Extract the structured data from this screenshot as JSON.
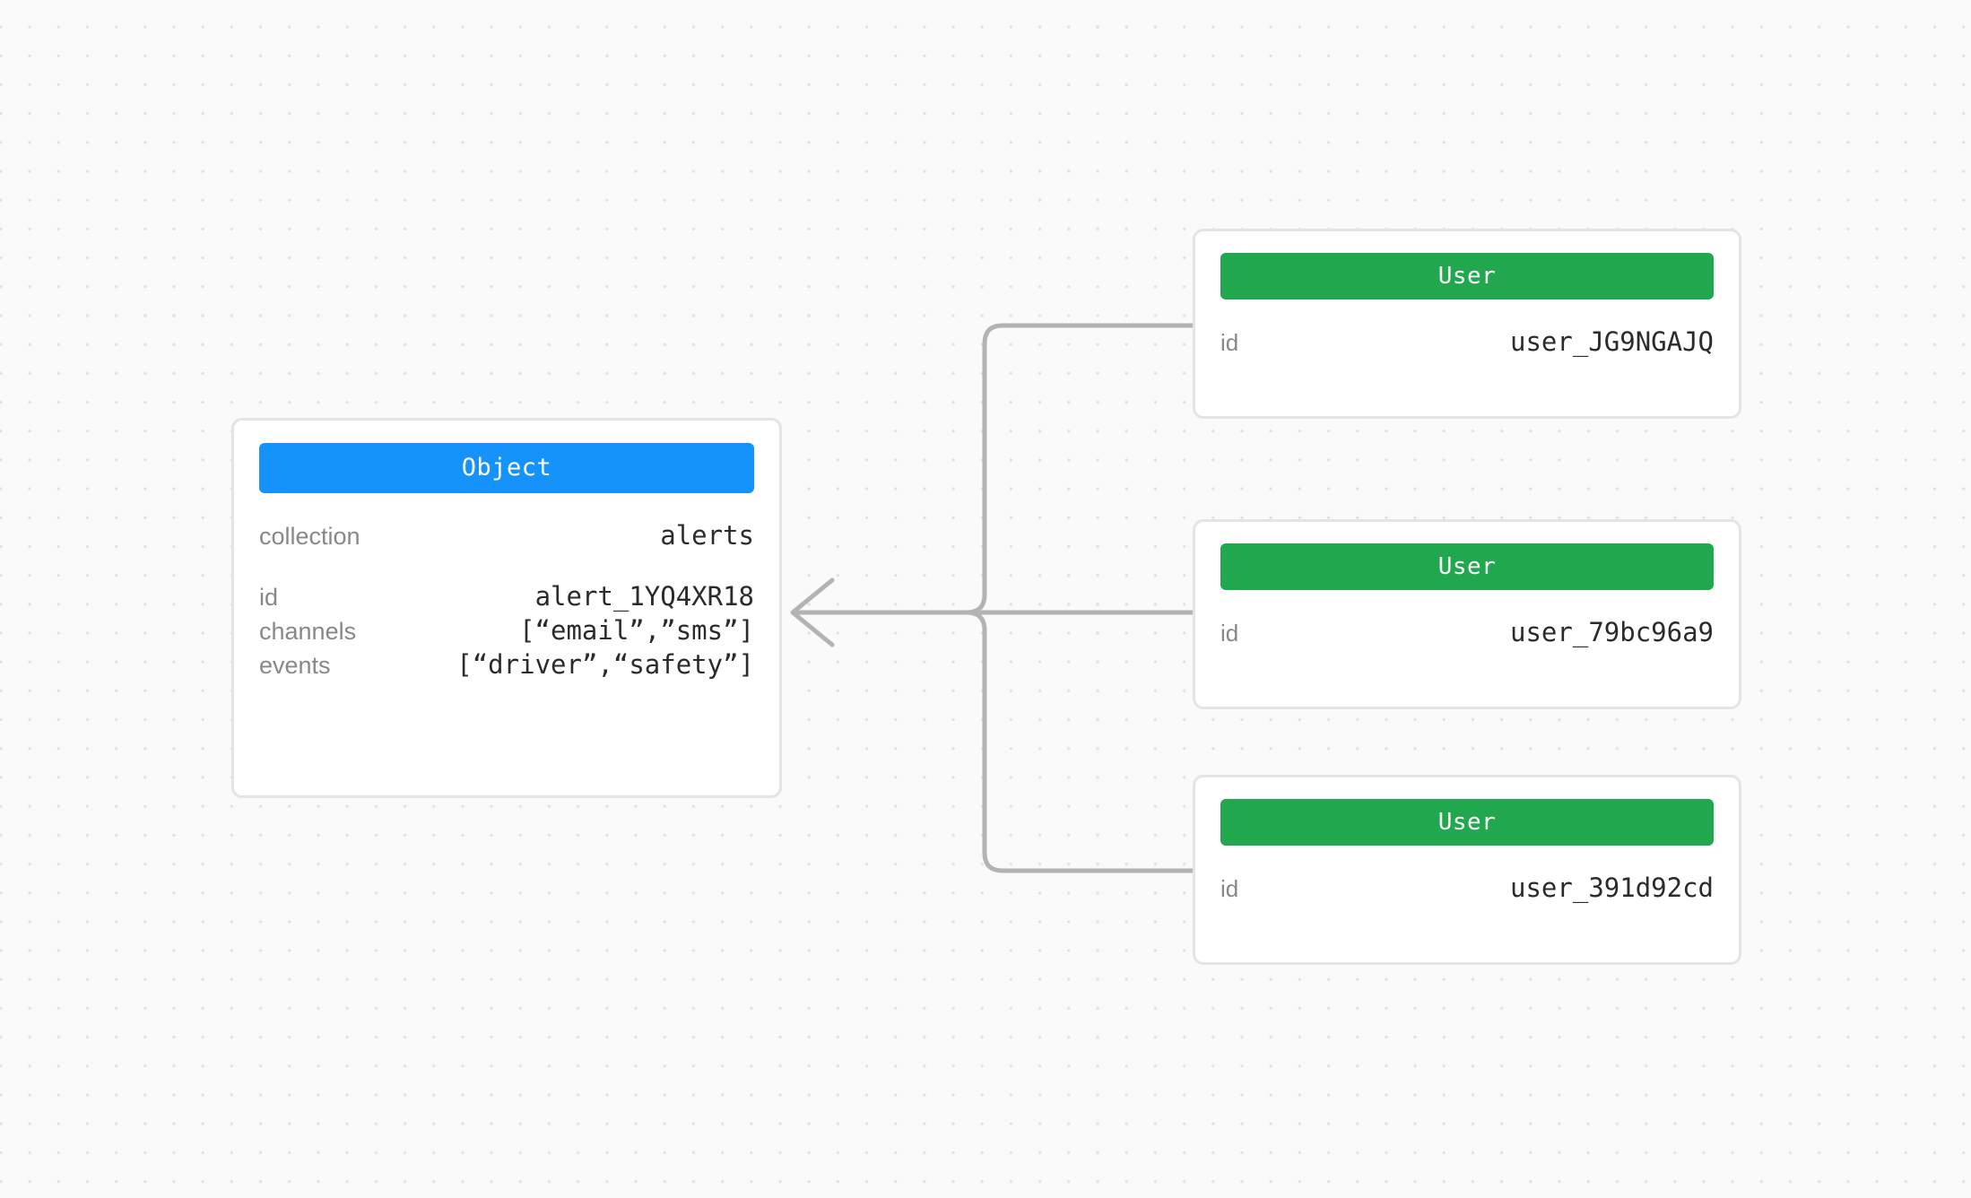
{
  "canvas": {
    "background_color": "#fafafa",
    "grid_dot_color": "#e2e2e2",
    "edge_color": "#b3b3b3"
  },
  "object_node": {
    "header_label": "Object",
    "header_color": "#1693fb",
    "rows": [
      {
        "key": "collection",
        "value": "alerts"
      },
      {
        "key": "id",
        "value": "alert_1YQ4XR18"
      },
      {
        "key": "channels",
        "value": "[“email”,”sms”]"
      },
      {
        "key": "events",
        "value": "[“driver”,“safety”]"
      }
    ]
  },
  "user_nodes": [
    {
      "header_label": "User",
      "header_color": "#21a84f",
      "rows": [
        {
          "key": "id",
          "value": "user_JG9NGAJQ"
        }
      ]
    },
    {
      "header_label": "User",
      "header_color": "#21a84f",
      "rows": [
        {
          "key": "id",
          "value": "user_79bc96a9"
        }
      ]
    },
    {
      "header_label": "User",
      "header_color": "#21a84f",
      "rows": [
        {
          "key": "id",
          "value": "user_391d92cd"
        }
      ]
    }
  ],
  "edges": [
    {
      "from": "user_node_0",
      "to": "object_node"
    },
    {
      "from": "user_node_1",
      "to": "object_node"
    },
    {
      "from": "user_node_2",
      "to": "object_node"
    }
  ]
}
